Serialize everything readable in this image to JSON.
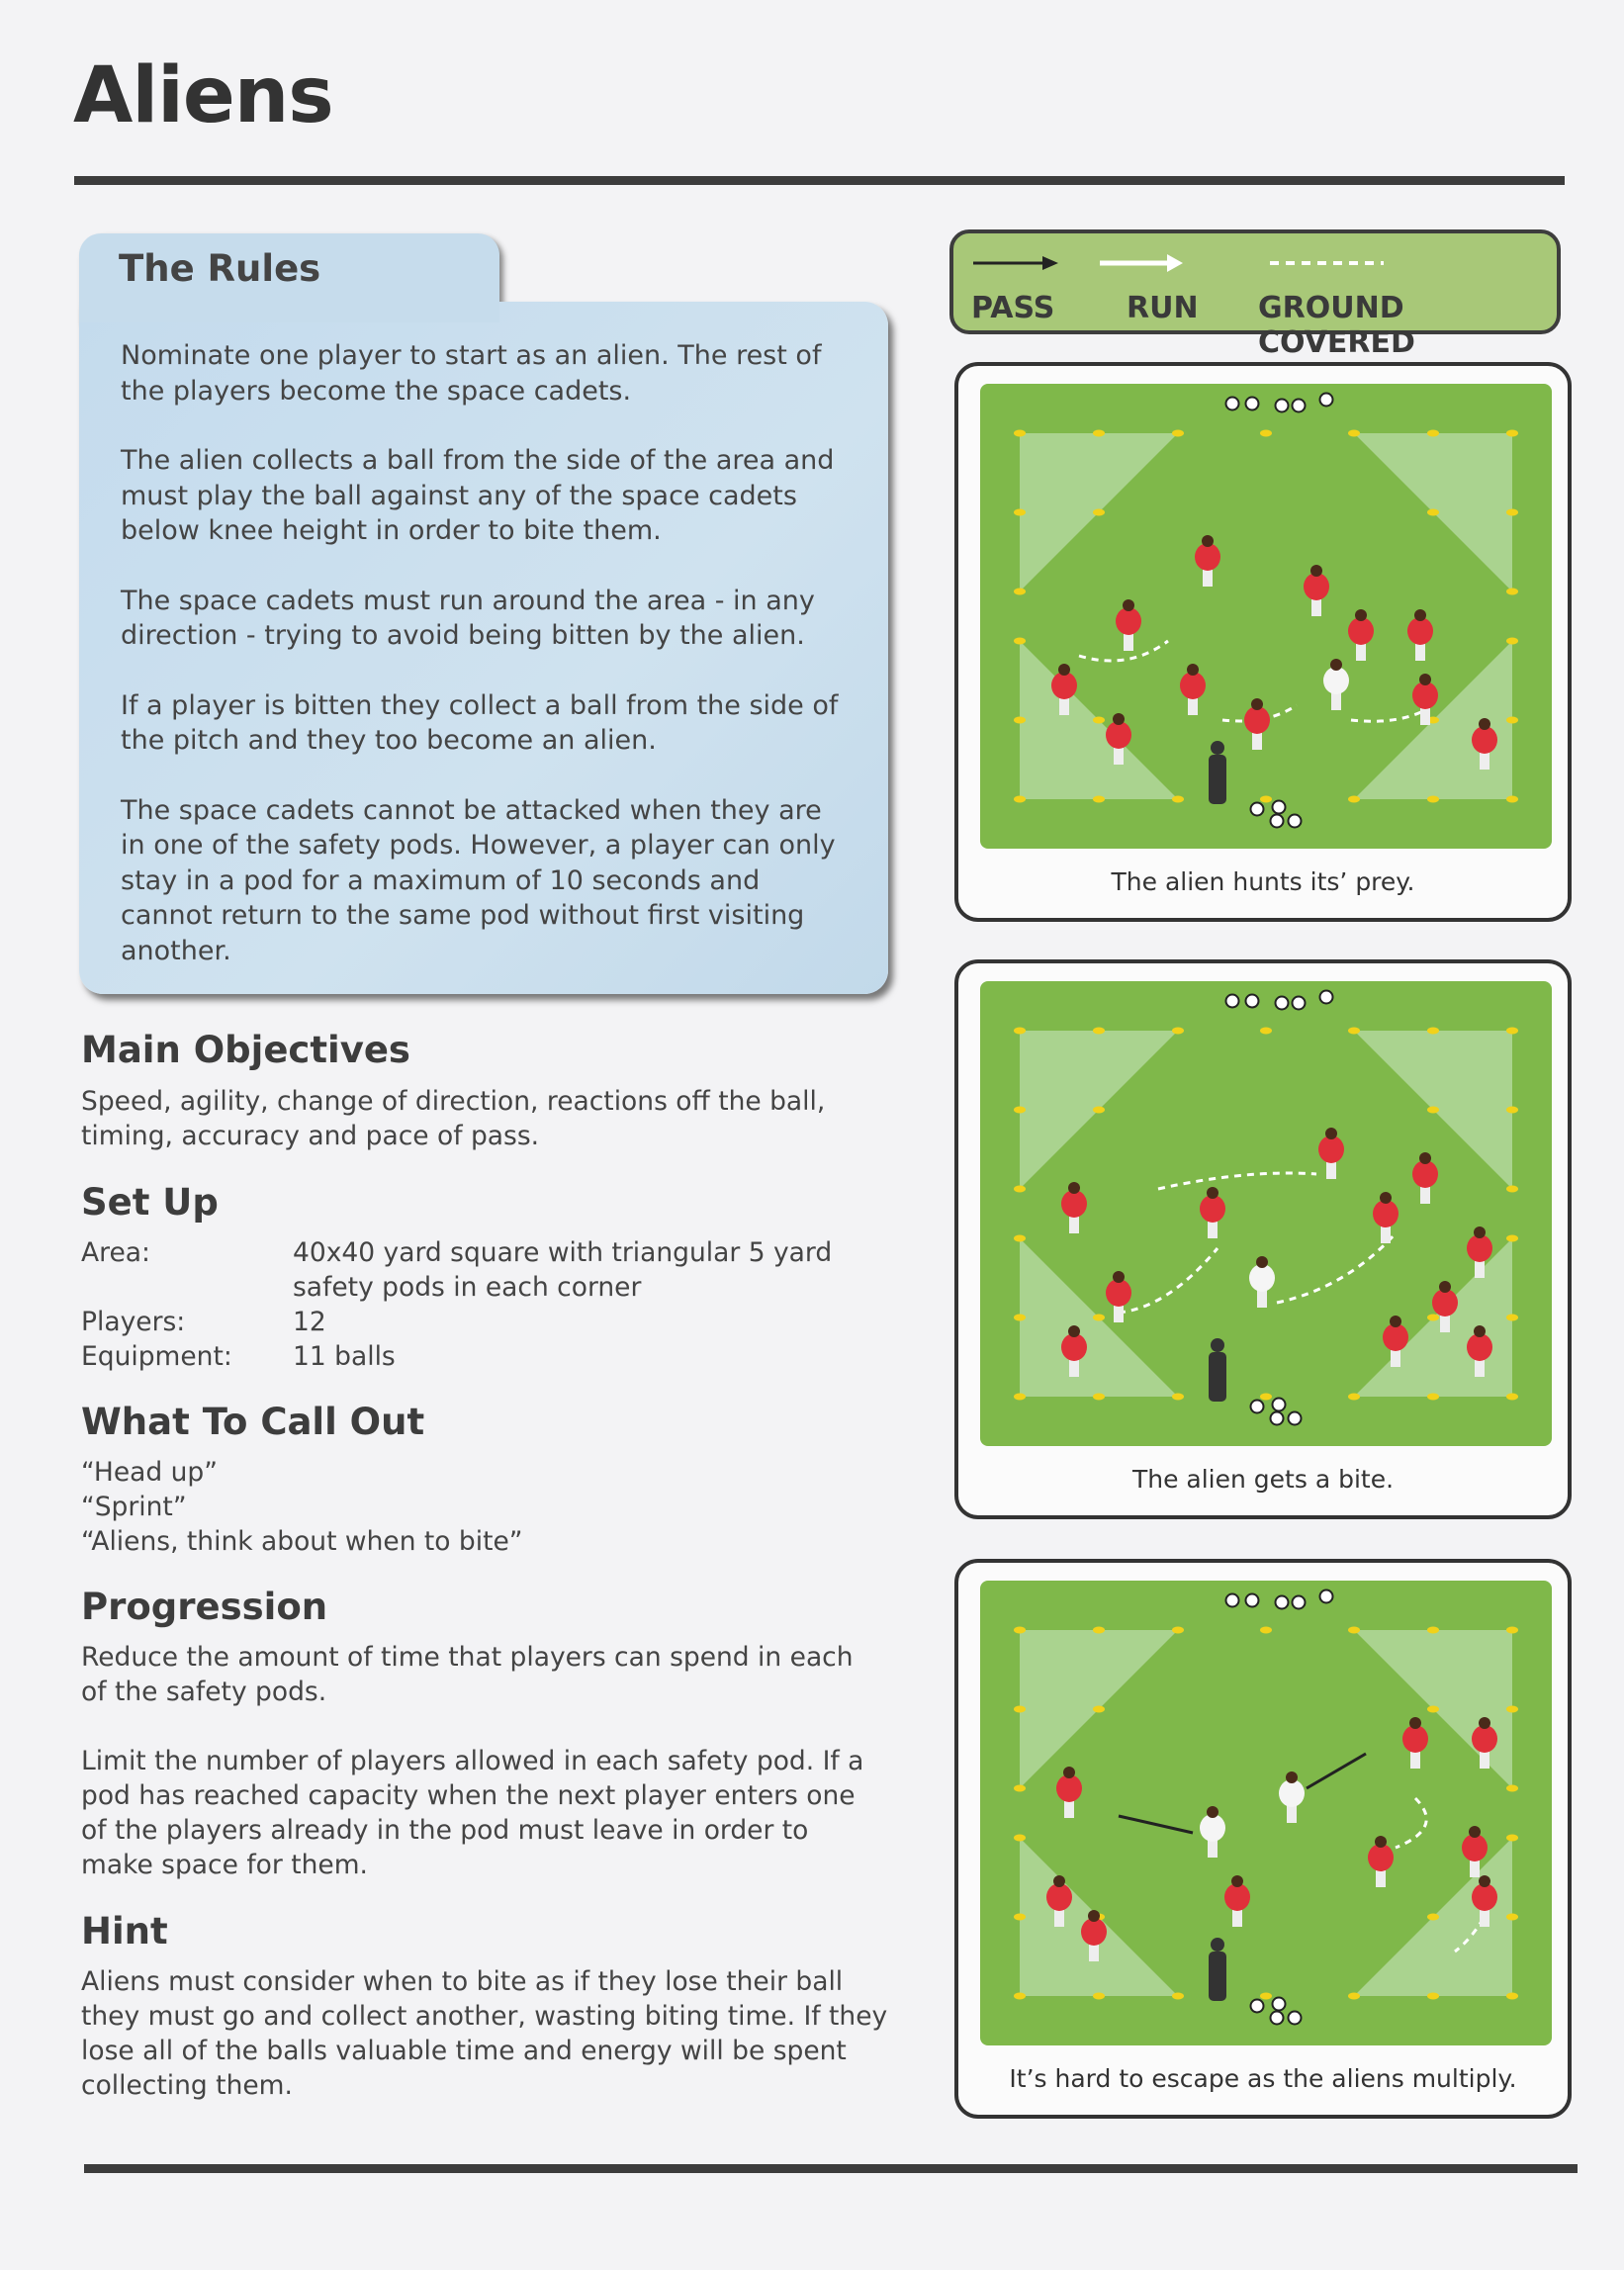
{
  "title": "Aliens",
  "rules": {
    "heading": "The Rules",
    "paragraphs": [
      "Nominate one player to start as an alien. The rest of the players become the space cadets.",
      "The alien collects a ball from the side of the area and must play the ball against any of the space cadets below knee height in order to bite them.",
      "The space cadets must run around the area - in any direction - trying to avoid being bitten by the alien.",
      "If a player is bitten they collect a ball from the side of the pitch and they too become an alien.",
      "The space cadets cannot be attacked when they are in one of the safety pods. However, a player can only stay in a pod for a maximum of 10 seconds and cannot return to the same pod without first visiting another."
    ]
  },
  "main_objectives": {
    "heading": "Main Objectives",
    "text": "Speed, agility, change of direction, reactions off the ball, timing, accuracy and pace of pass."
  },
  "set_up": {
    "heading": "Set Up",
    "rows": [
      {
        "label": "Area:",
        "value": "40x40 yard square with triangular 5 yard safety pods in each corner"
      },
      {
        "label": "Players:",
        "value": "12"
      },
      {
        "label": "Equipment:",
        "value": "11 balls"
      }
    ]
  },
  "what_to_call_out": {
    "heading": "What To Call Out",
    "lines": [
      "“Head up”",
      "“Sprint”",
      "“Aliens, think about when to bite”"
    ]
  },
  "progression": {
    "heading": "Progression",
    "paragraphs": [
      "Reduce the amount of time that players can spend in each of the safety pods.",
      "Limit the number of players allowed in each safety pod. If a pod has reached capacity when the next player enters one of the players already in the pod must leave in order to make space for them."
    ]
  },
  "hint": {
    "heading": "Hint",
    "text": "Aliens must consider when to bite as if they lose their ball they must go and collect another, wasting biting time. If they lose all of the balls valuable time and energy will be spent collecting them."
  },
  "legend": {
    "pass": "PASS",
    "run": "RUN",
    "ground_covered": "GROUND COVERED"
  },
  "diagrams": [
    {
      "caption": "The alien hunts its’ prey."
    },
    {
      "caption": "The alien gets a bite."
    },
    {
      "caption": "It’s hard to escape as the aliens multiply."
    }
  ],
  "colors": {
    "pitch": "#7fb84a",
    "pod": "#b5d9a0",
    "player": "#e0303a",
    "rules_box": "#c6dcec",
    "legend_bg": "#a8c878"
  }
}
